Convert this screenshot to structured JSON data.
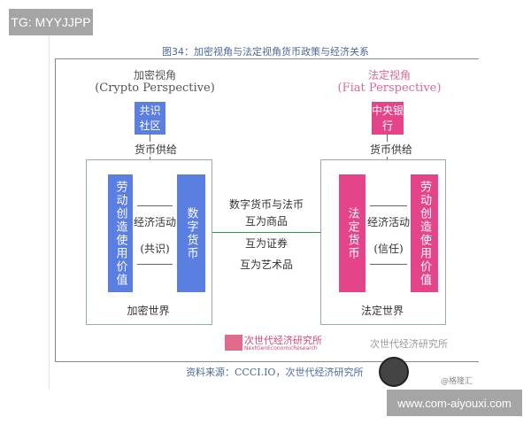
{
  "badge": "TG: MYYJJPP",
  "title": "图34：加密视角与法定视角货币政策与经济关系",
  "left": {
    "heading": "加密视角",
    "subheading": "(Crypto Perspective)",
    "top_box": "共识社区",
    "supply": "货币供给",
    "bar_left": "劳动创造使用价值",
    "middle": "经济活动",
    "middle2": "(共识)",
    "bar_right": "数字货币",
    "world": "加密世界",
    "color": "#5b7fe0"
  },
  "right": {
    "heading": "法定视角",
    "subheading": "(Fiat Perspective)",
    "top_box": "中央银行",
    "supply": "货币供给",
    "bar_left": "法定货币",
    "middle": "经济活动",
    "middle2": "(信任)",
    "bar_right": "劳动创造使用价值",
    "world": "法定世界",
    "color": "#e4458a"
  },
  "center": {
    "line1": "数字货币与法币",
    "line2": "互为商品",
    "line3": "互为证券",
    "line4": "互为艺术品"
  },
  "logo": {
    "name": "次世代经济研究所",
    "sub": "NextGenEconomicResearch"
  },
  "wechat": "次世代经济研究所",
  "source": "资料来源：CCCI.IO，次世代经济研究所",
  "handle": "@格隆汇",
  "watermark": "www.com-aiyouxi.com"
}
